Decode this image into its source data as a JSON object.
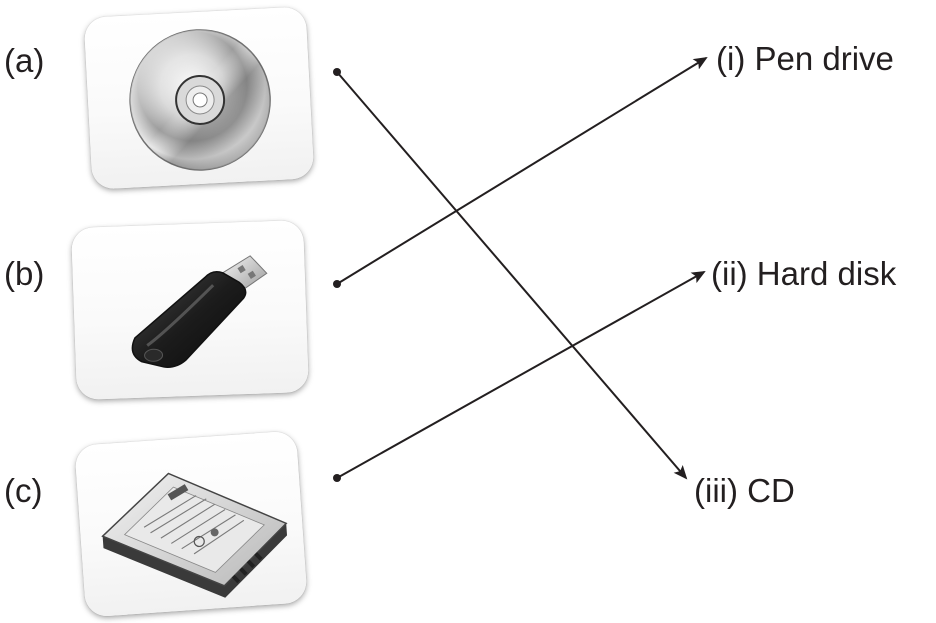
{
  "left_items": [
    {
      "id": "a",
      "label": "(a)",
      "icon": "cd-icon"
    },
    {
      "id": "b",
      "label": "(b)",
      "icon": "pen-drive-icon"
    },
    {
      "id": "c",
      "label": "(c)",
      "icon": "hard-disk-icon"
    }
  ],
  "right_items": [
    {
      "id": "i",
      "label": "(i) Pen drive"
    },
    {
      "id": "ii",
      "label": "(ii) Hard disk"
    },
    {
      "id": "iii",
      "label": "(iii) CD"
    }
  ],
  "matches": [
    {
      "from": "a",
      "to": "iii"
    },
    {
      "from": "b",
      "to": "i"
    },
    {
      "from": "c",
      "to": "ii"
    }
  ],
  "colors": {
    "text": "#231f20",
    "line": "#231f20",
    "card": "#ffffff"
  }
}
